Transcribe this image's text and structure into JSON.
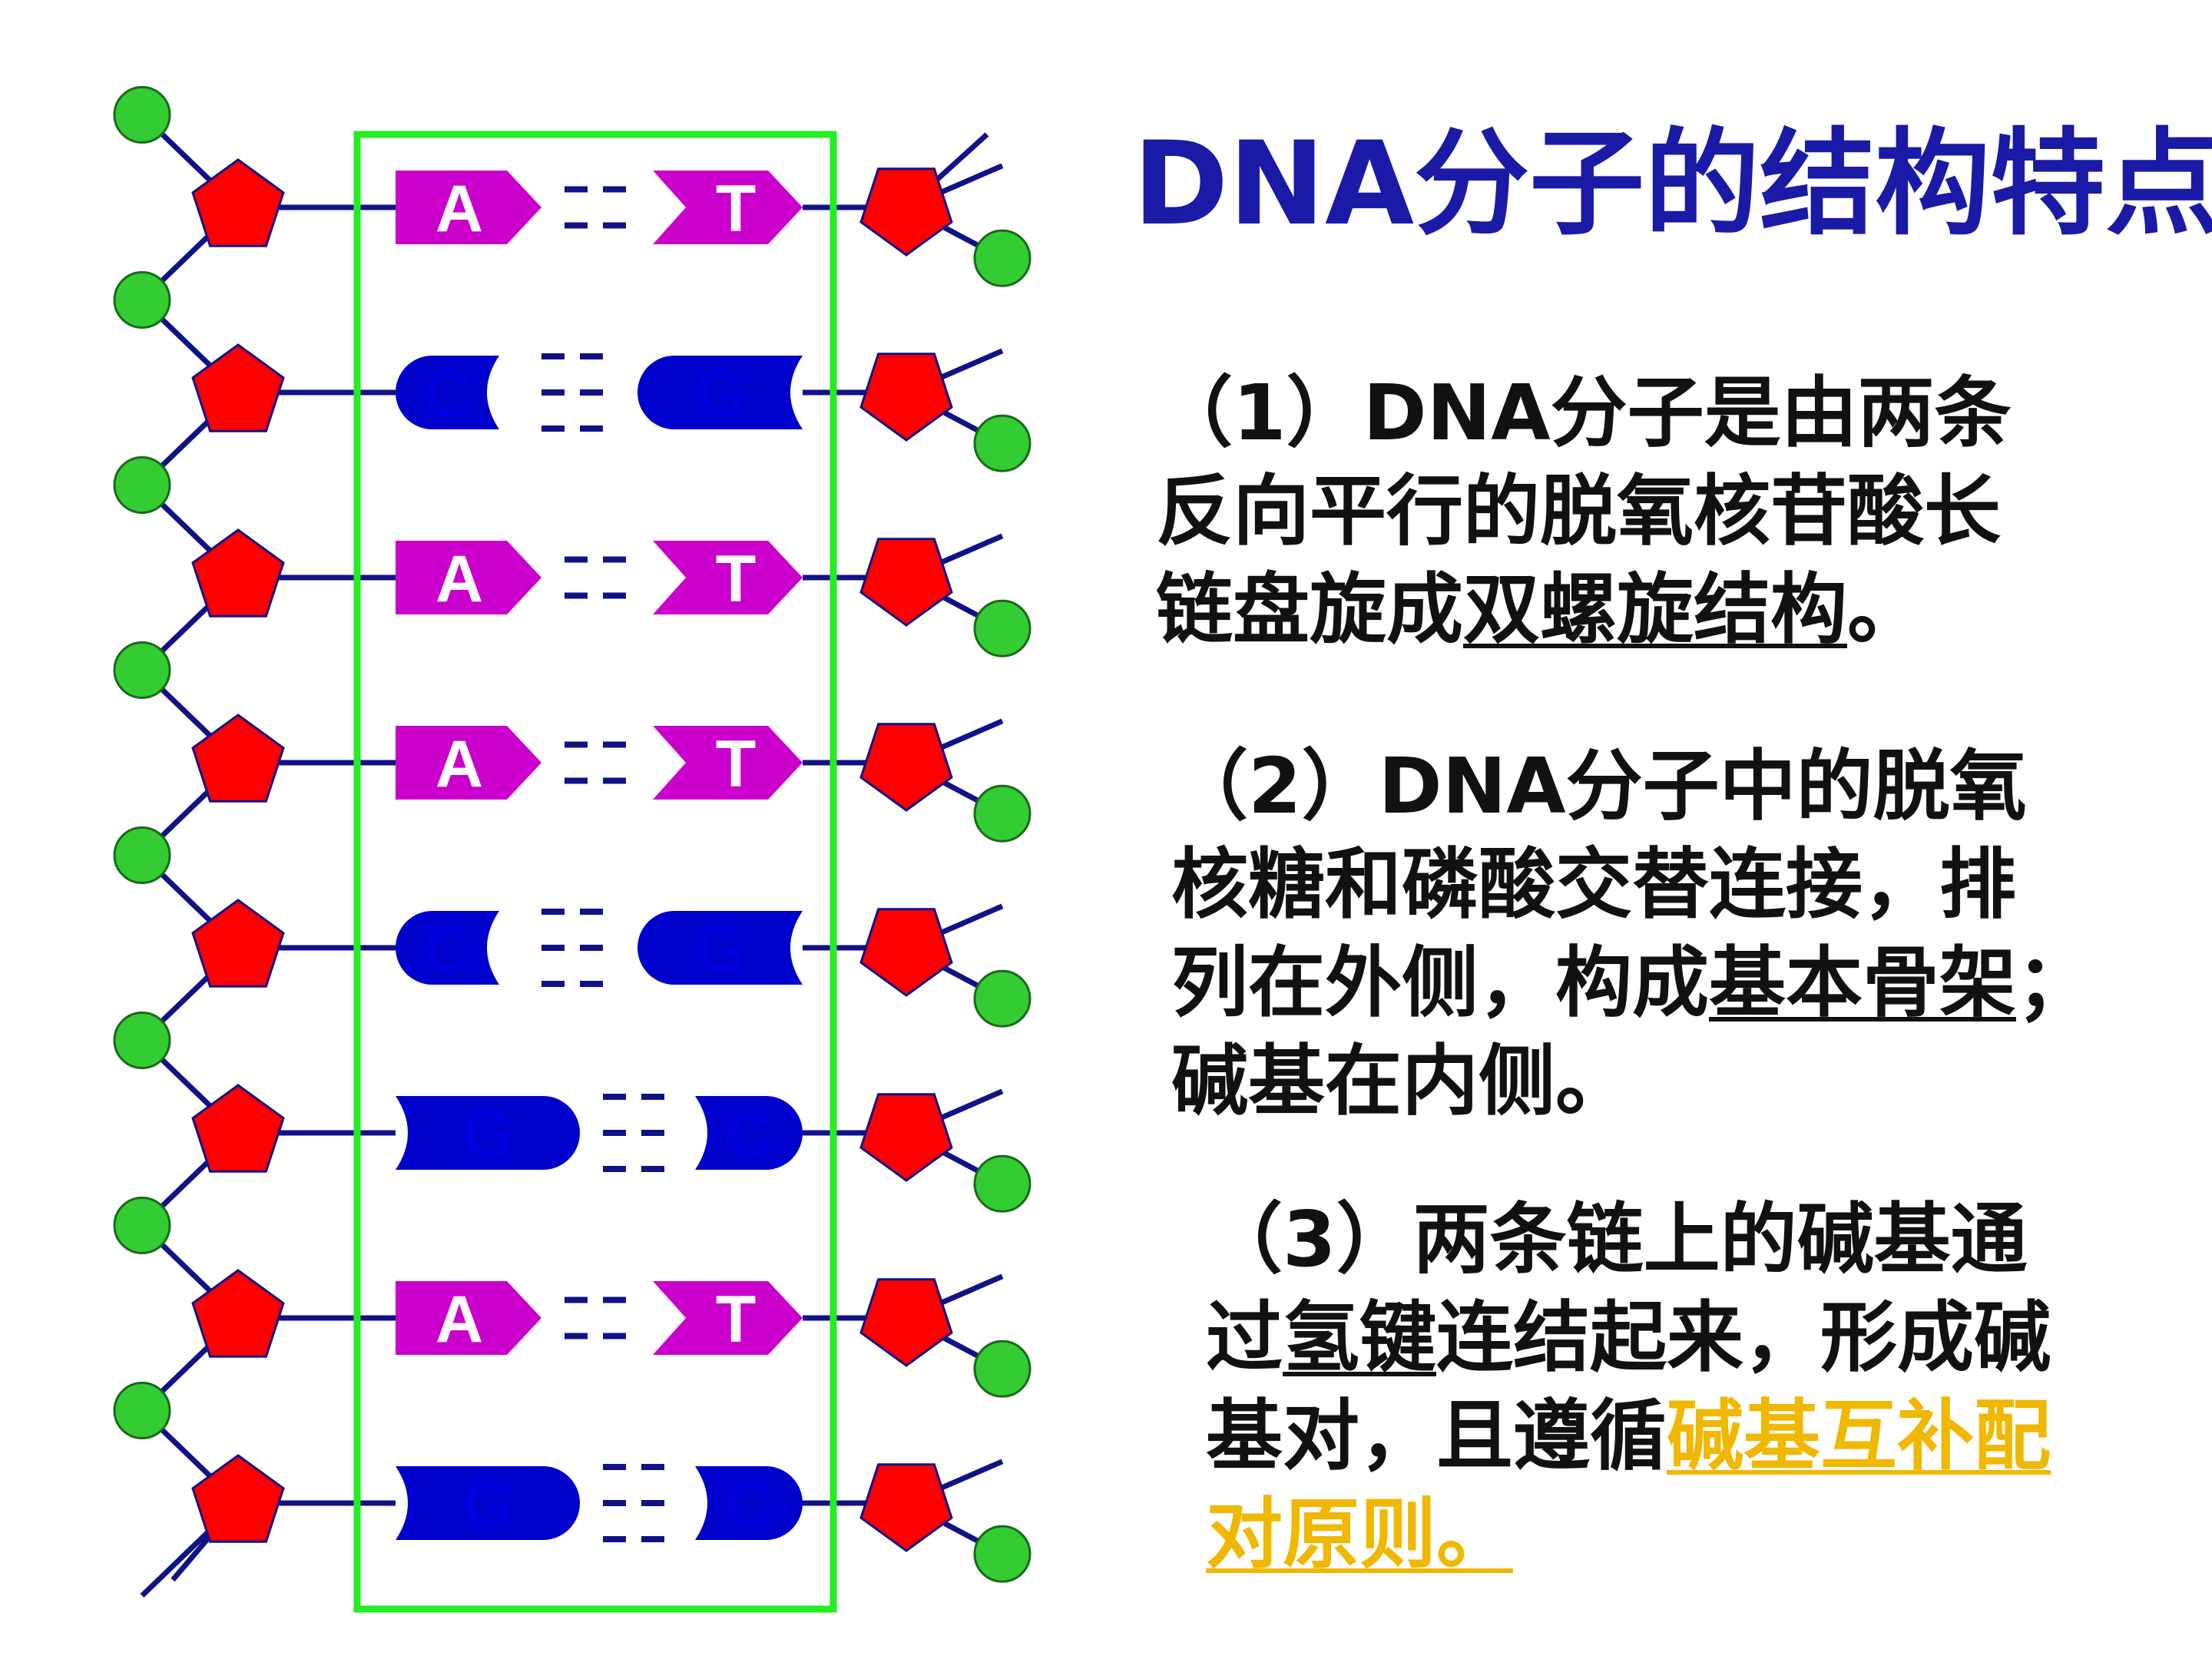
{
  "title": "DNA分子的结构特点",
  "colors": {
    "title": "#1a1aa6",
    "phosphate": "#33cc33",
    "deoxyribose": "#ff0000",
    "purple_base": "#cc00cc",
    "blue_base": "#0000cc",
    "backbone": "#111188",
    "frame": "#22ee22",
    "highlight": "#f0b800"
  },
  "base_pairs": [
    {
      "left": "A",
      "right": "T",
      "bonds": 2
    },
    {
      "left": "C",
      "right": "G",
      "bonds": 3
    },
    {
      "left": "A",
      "right": "T",
      "bonds": 2
    },
    {
      "left": "A",
      "right": "T",
      "bonds": 2
    },
    {
      "left": "C",
      "right": "G",
      "bonds": 3
    },
    {
      "left": "G",
      "right": "C",
      "bonds": 3
    },
    {
      "left": "A",
      "right": "T",
      "bonds": 2
    },
    {
      "left": "G",
      "right": "C",
      "bonds": 3
    }
  ],
  "paragraphs": {
    "p1": {
      "line1": "（1）DNA分子是由两条",
      "line2": "反向平行的脱氧核苷酸长",
      "line3_a": "链盘旋成",
      "line3_u": "双螺旋结构",
      "line3_b": "。"
    },
    "p2": {
      "line1": "（2）DNA分子中的脱氧",
      "line2": "核糖和磷酸交替连接，排",
      "line3_a": "列在外侧，构成",
      "line3_u": "基本骨架",
      "line3_b": "；",
      "line4": "碱基在内侧。"
    },
    "p3": {
      "line1": "（3）两条链上的碱基通",
      "line2_a": "过",
      "line2_u": "氢键",
      "line2_b": "连结起来，形成碱",
      "line3_a": "基对，且遵循",
      "line3_h": "碱基互补配",
      "line4_h": "对原则。"
    }
  }
}
